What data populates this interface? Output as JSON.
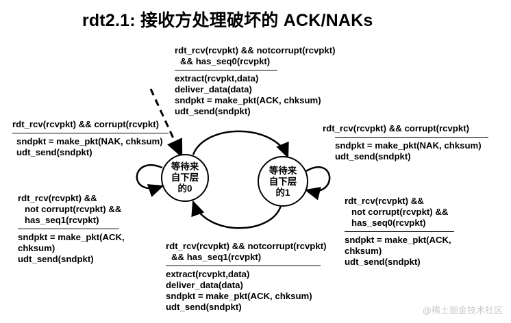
{
  "title": "rdt2.1: 接收方处理破坏的 ACK/NAKs",
  "states": {
    "s0": {
      "line1": "等待来",
      "line2": "自下层",
      "line3": "的0"
    },
    "s1": {
      "line1": "等待来",
      "line2": "自下层",
      "line3": "的1"
    }
  },
  "transitions": {
    "top": {
      "cond1": "rdt_rcv(rcvpkt) && notcorrupt(rcvpkt)",
      "cond2": "&& has_seq0(rcvpkt)",
      "act1": "extract(rcvpkt,data)",
      "act2": "deliver_data(data)",
      "act3": "sndpkt = make_pkt(ACK, chksum)",
      "act4": "udt_send(sndpkt)"
    },
    "left_self_top": {
      "cond1": "rdt_rcv(rcvpkt) && corrupt(rcvpkt)",
      "act1": "sndpkt = make_pkt(NAK, chksum)",
      "act2": "udt_send(sndpkt)"
    },
    "right_self_top": {
      "cond1": "rdt_rcv(rcvpkt) && corrupt(rcvpkt)",
      "act1": "sndpkt = make_pkt(NAK, chksum)",
      "act2": "udt_send(sndpkt)"
    },
    "left_self_bottom": {
      "cond1": "rdt_rcv(rcvpkt) &&",
      "cond2": "not corrupt(rcvpkt) &&",
      "cond3": "has_seq1(rcvpkt)",
      "act1": "sndpkt = make_pkt(ACK,",
      "act2": "chksum)",
      "act3": "udt_send(sndpkt)"
    },
    "right_self_bottom": {
      "cond1": "rdt_rcv(rcvpkt) &&",
      "cond2": "not corrupt(rcvpkt) &&",
      "cond3": "has_seq0(rcvpkt)",
      "act1": "sndpkt = make_pkt(ACK,",
      "act2": "chksum)",
      "act3": "udt_send(sndpkt)"
    },
    "bottom": {
      "cond1": "rdt_rcv(rcvpkt) && notcorrupt(rcvpkt)",
      "cond2": "&& has_seq1(rcvpkt)",
      "act1": "extract(rcvpkt,data)",
      "act2": "deliver_data(data)",
      "act3": "sndpkt = make_pkt(ACK, chksum)",
      "act4": "udt_send(sndpkt)"
    }
  },
  "watermark": "@稀土掘金技术社区"
}
